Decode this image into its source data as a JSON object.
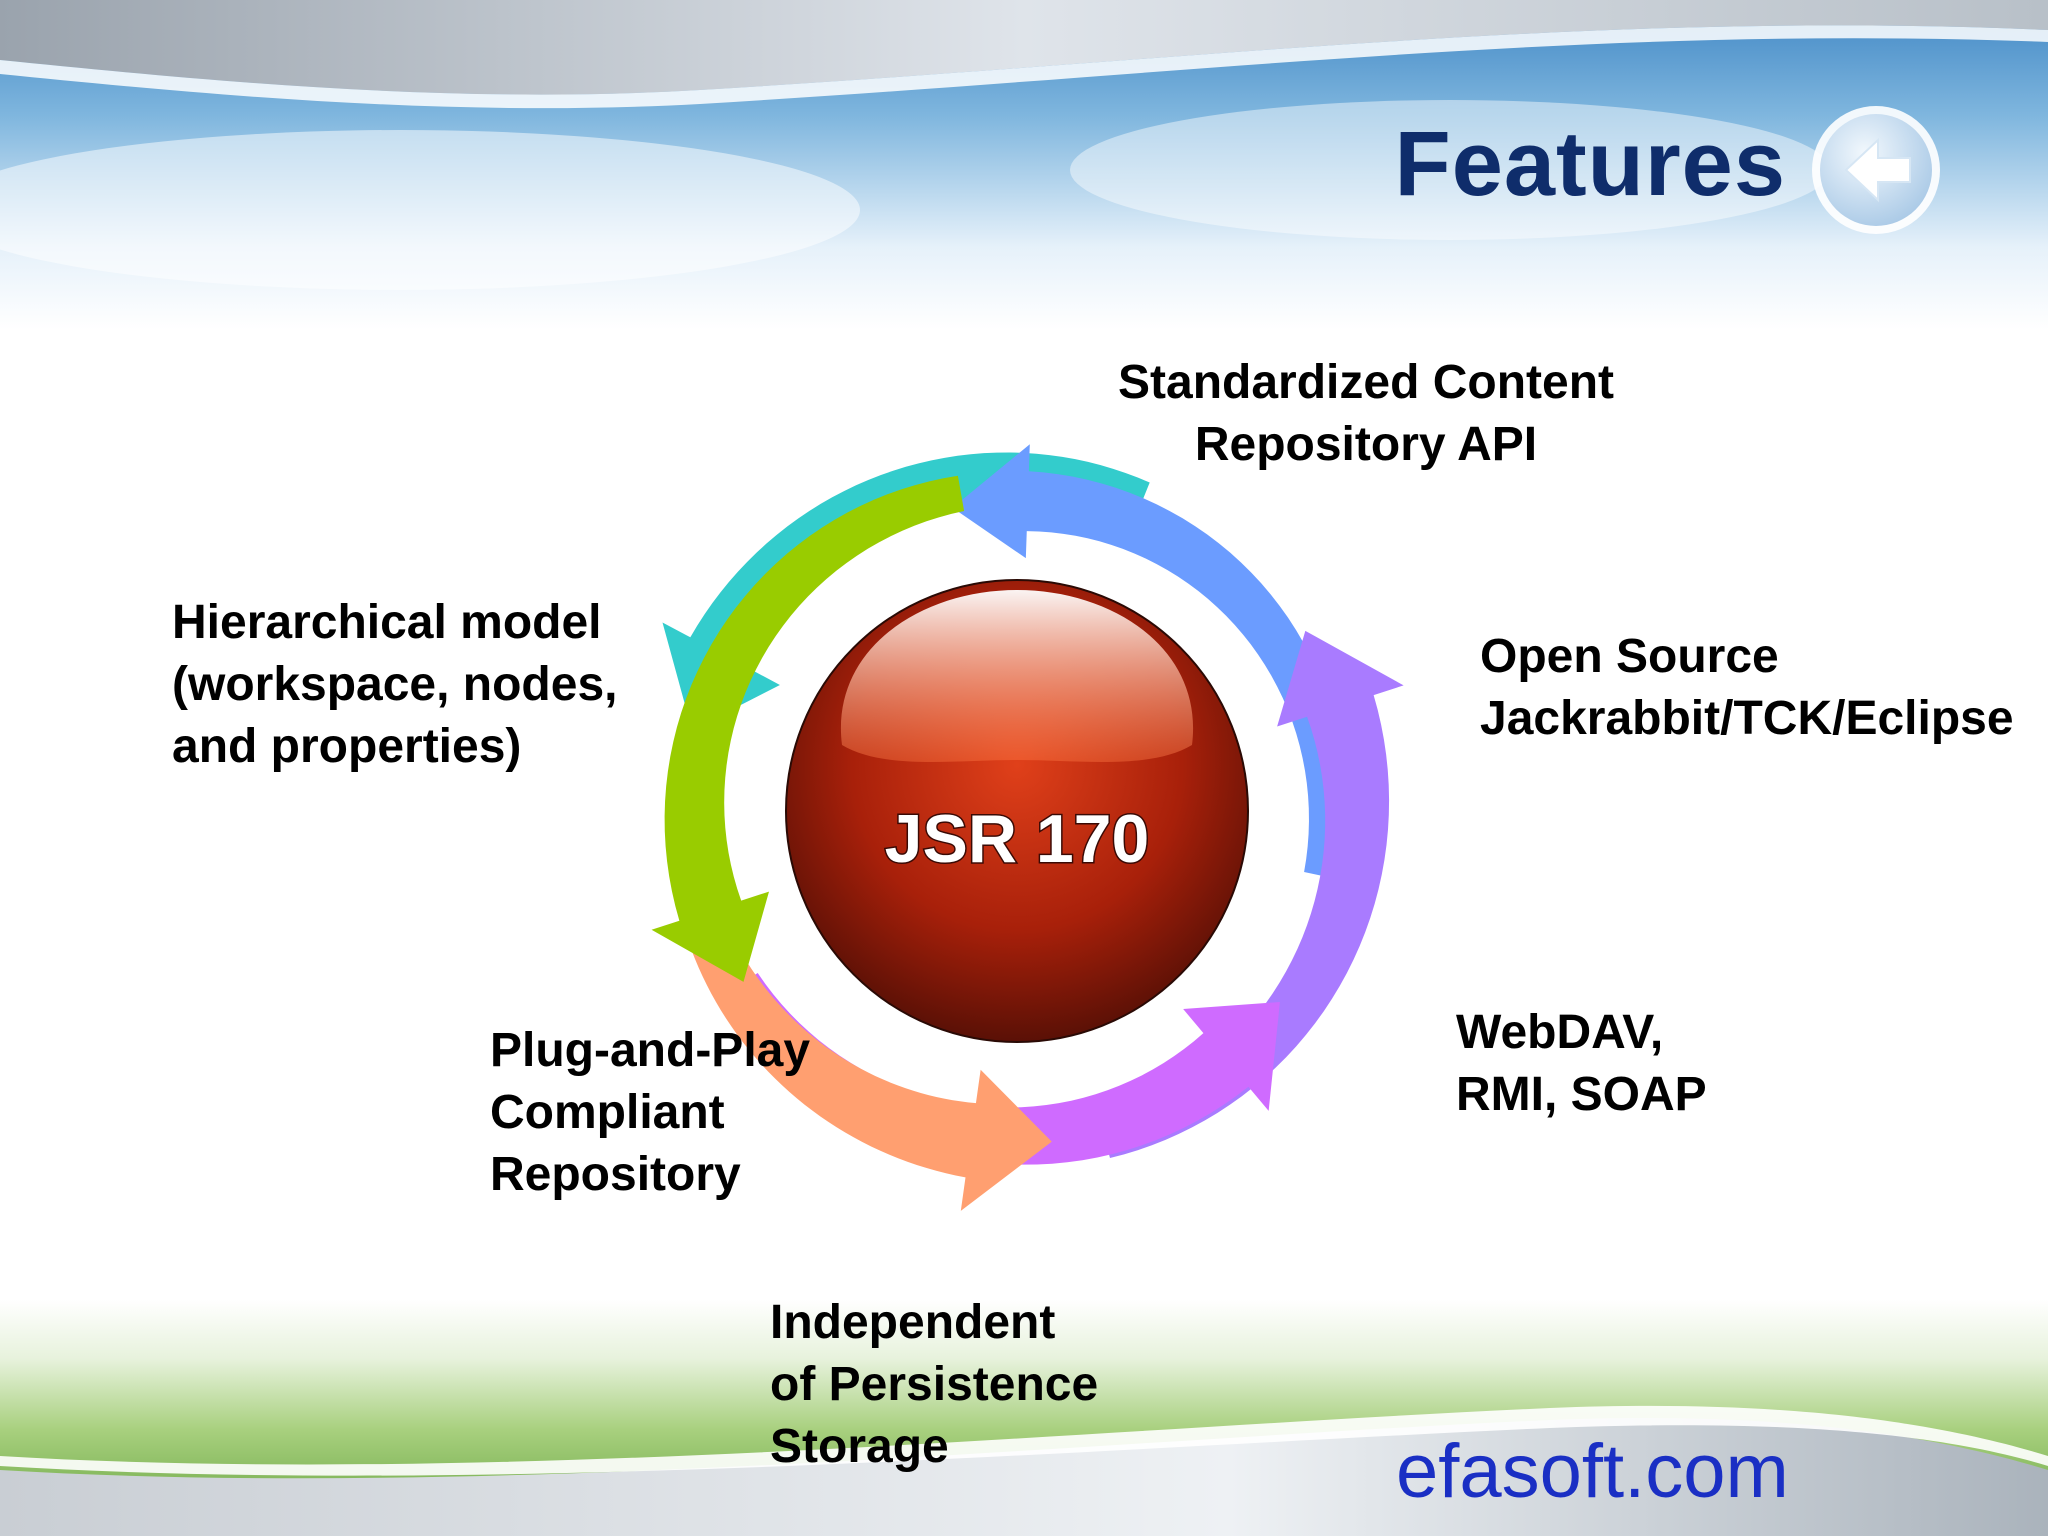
{
  "slide": {
    "title": "Features",
    "footer_brand": "efasoft.com"
  },
  "diagram": {
    "center_label": "JSR 170",
    "features": {
      "standardized": [
        "Standardized Content",
        "Repository API"
      ],
      "open_source": [
        "Open Source",
        "Jackrabbit/TCK/Eclipse"
      ],
      "webdav": [
        "WebDAV,",
        "RMI, SOAP"
      ],
      "independent": [
        "Independent",
        "of Persistence",
        "Storage"
      ],
      "plug_and_play": [
        "Plug-and-Play",
        "Compliant",
        "Repository"
      ],
      "hierarchical": [
        "Hierarchical model",
        "(workspace, nodes,",
        "and properties)"
      ]
    },
    "colors": {
      "arrow_blue": "#6b9cff",
      "arrow_violet": "#a97bff",
      "arrow_magenta": "#cf6bff",
      "arrow_orange": "#ff9f70",
      "arrow_green": "#99cc00",
      "arrow_teal": "#33cccc",
      "center_red": "#c02a0a",
      "title_navy": "#0f2d6b",
      "brand_blue": "#1a2fc4"
    }
  }
}
